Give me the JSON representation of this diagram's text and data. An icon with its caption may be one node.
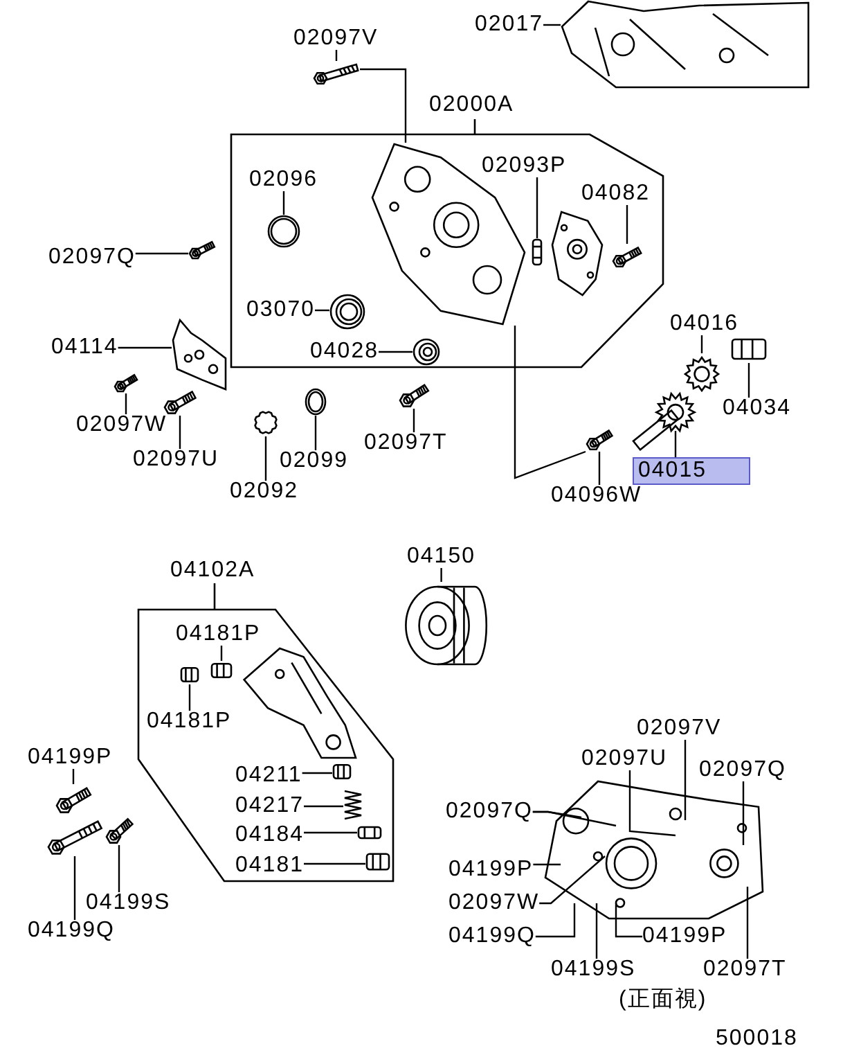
{
  "diagram": {
    "nodes": [
      {
        "text": [
          "02017"
        ]
      },
      {
        "text": [],
        "shape": "picture"
      },
      {
        "text": [
          "02097V"
        ]
      },
      {
        "text": [],
        "shape": "picture"
      },
      {
        "text": [
          "02000A"
        ]
      },
      {
        "text": [
          "02096"
        ],
        "in": 4
      },
      {
        "text": [],
        "shape": "picture",
        "in": 4
      },
      {
        "text": [],
        "shape": "picture",
        "in": 4
      },
      {
        "text": [
          "02093P"
        ],
        "in": 4
      },
      {
        "text": [],
        "shape": "picture",
        "in": 4
      },
      {
        "text": [],
        "shape": "picture",
        "in": 4
      },
      {
        "text": [
          "04082"
        ],
        "in": 4
      },
      {
        "text": [],
        "shape": "picture",
        "in": 4
      },
      {
        "text": [
          "03070"
        ],
        "in": 4
      },
      {
        "text": [],
        "shape": "picture",
        "in": 4
      },
      {
        "text": [
          "04028"
        ],
        "in": 4
      },
      {
        "text": [],
        "shape": "picture",
        "in": 4
      },
      {
        "text": [
          "02097Q"
        ]
      },
      {
        "text": [],
        "shape": "picture"
      },
      {
        "text": [
          "04114"
        ]
      },
      {
        "text": [],
        "shape": "picture"
      },
      {
        "text": [],
        "shape": "picture"
      },
      {
        "text": [
          "02097W"
        ]
      },
      {
        "text": [],
        "shape": "picture"
      },
      {
        "text": [
          "02097U"
        ]
      },
      {
        "text": [],
        "shape": "picture"
      },
      {
        "text": [
          "02092"
        ]
      },
      {
        "text": [],
        "shape": "picture"
      },
      {
        "text": [
          "02099"
        ]
      },
      {
        "text": [],
        "shape": "picture"
      },
      {
        "text": [
          "02097T"
        ]
      },
      {
        "text": [
          "04016"
        ]
      },
      {
        "text": [],
        "shape": "picture"
      },
      {
        "text": [
          "04034"
        ]
      },
      {
        "text": [],
        "shape": "picture"
      },
      {
        "text": [],
        "shape": "picture"
      },
      {
        "text": [
          "04015"
        ]
      },
      {
        "text": [],
        "shape": "picture"
      },
      {
        "text": [
          "04096W"
        ]
      },
      {
        "text": [
          "04150"
        ]
      },
      {
        "text": [],
        "shape": "picture"
      },
      {
        "text": [
          "04102A"
        ]
      },
      {
        "text": [
          "04181P"
        ],
        "in": 41
      },
      {
        "text": [],
        "shape": "picture",
        "in": 41
      },
      {
        "text": [],
        "shape": "picture",
        "in": 41
      },
      {
        "text": [
          "04181P"
        ],
        "in": 41
      },
      {
        "text": [],
        "shape": "picture",
        "in": 41
      },
      {
        "text": [
          "04211"
        ],
        "in": 41
      },
      {
        "text": [],
        "shape": "picture",
        "in": 41
      },
      {
        "text": [
          "04217"
        ],
        "in": 41
      },
      {
        "text": [],
        "shape": "picture",
        "in": 41
      },
      {
        "text": [
          "04184"
        ],
        "in": 41
      },
      {
        "text": [],
        "shape": "picture",
        "in": 41
      },
      {
        "text": [
          "04181"
        ],
        "in": 41
      },
      {
        "text": [],
        "shape": "picture",
        "in": 41
      },
      {
        "text": [
          "04199P"
        ]
      },
      {
        "text": [],
        "shape": "picture"
      },
      {
        "text": [],
        "shape": "picture"
      },
      {
        "text": [],
        "shape": "picture"
      },
      {
        "text": [
          "04199S"
        ]
      },
      {
        "text": [
          "04199Q"
        ]
      },
      {
        "text": [],
        "shape": "picture"
      },
      {
        "text": [
          "02097V"
        ]
      },
      {
        "text": [
          "02097U"
        ]
      },
      {
        "text": [
          "02097Q"
        ]
      },
      {
        "text": [
          "02097Q"
        ]
      },
      {
        "text": [
          "04199P"
        ]
      },
      {
        "text": [
          "02097W"
        ]
      },
      {
        "text": [
          "04199Q"
        ]
      },
      {
        "text": [
          "04199P"
        ]
      },
      {
        "text": [
          "04199S"
        ]
      },
      {
        "text": [
          "02097T"
        ]
      }
    ],
    "edges": [
      {
        "from": 0,
        "to": 1,
        "arrow": "none"
      },
      {
        "from": 2,
        "to": 3,
        "arrow": "none"
      },
      {
        "from": 3,
        "to": 7,
        "arrow": "none"
      },
      {
        "from": 5,
        "to": 6,
        "arrow": "none"
      },
      {
        "from": 8,
        "to": 9,
        "arrow": "none"
      },
      {
        "from": 11,
        "to": 12,
        "arrow": "none"
      },
      {
        "from": 13,
        "to": 14,
        "arrow": "none"
      },
      {
        "from": 15,
        "to": 16,
        "arrow": "none"
      },
      {
        "from": 17,
        "to": 18,
        "arrow": "none"
      },
      {
        "from": 19,
        "to": 20,
        "arrow": "none"
      },
      {
        "from": 22,
        "to": 21,
        "arrow": "none"
      },
      {
        "from": 24,
        "to": 23,
        "arrow": "none"
      },
      {
        "from": 26,
        "to": 25,
        "arrow": "none"
      },
      {
        "from": 28,
        "to": 27,
        "arrow": "none"
      },
      {
        "from": 30,
        "to": 29,
        "arrow": "none"
      },
      {
        "from": 31,
        "to": 32,
        "arrow": "none"
      },
      {
        "from": 33,
        "to": 34,
        "arrow": "none"
      },
      {
        "from": 36,
        "to": 35,
        "arrow": "none"
      },
      {
        "from": 38,
        "to": 37,
        "arrow": "none"
      },
      {
        "from": 37,
        "to": 7,
        "arrow": "none"
      },
      {
        "from": 39,
        "to": 40,
        "arrow": "none"
      },
      {
        "from": 42,
        "to": 43,
        "arrow": "none"
      },
      {
        "from": 45,
        "to": 44,
        "arrow": "none"
      },
      {
        "from": 47,
        "to": 48,
        "arrow": "none"
      },
      {
        "from": 49,
        "to": 50,
        "arrow": "none"
      },
      {
        "from": 51,
        "to": 52,
        "arrow": "none"
      },
      {
        "from": 53,
        "to": 54,
        "arrow": "none"
      },
      {
        "from": 55,
        "to": 56,
        "arrow": "none"
      },
      {
        "from": 59,
        "to": 58,
        "arrow": "none"
      },
      {
        "from": 60,
        "to": 57,
        "arrow": "none"
      },
      {
        "from": 62,
        "to": 61,
        "arrow": "none"
      },
      {
        "from": 63,
        "to": 61,
        "arrow": "none"
      },
      {
        "from": 64,
        "to": 61,
        "arrow": "none"
      },
      {
        "from": 64,
        "to": 61,
        "arrow": "none"
      },
      {
        "from": 65,
        "to": 61,
        "arrow": "none"
      },
      {
        "from": 66,
        "to": 61,
        "arrow": "none"
      },
      {
        "from": 67,
        "to": 61,
        "arrow": "none"
      },
      {
        "from": 68,
        "to": 61,
        "arrow": "none"
      },
      {
        "from": 69,
        "to": 61,
        "arrow": "none"
      },
      {
        "from": 70,
        "to": 61,
        "arrow": "none"
      },
      {
        "from": 71,
        "to": 61,
        "arrow": "none"
      }
    ],
    "labels": [
      "(正面視)",
      "500018"
    ]
  }
}
